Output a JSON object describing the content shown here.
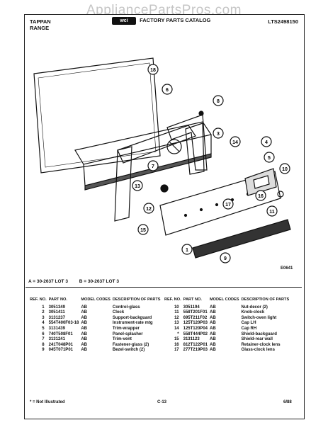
{
  "watermark": "AppliancePartsPros.com",
  "header": {
    "brand_line1": "TAPPAN",
    "brand_line2": "RANGE",
    "logo_text": "wci",
    "catalog_title": "FACTORY PARTS CATALOG",
    "model_number": "LTS2498150"
  },
  "diagram": {
    "callouts": [
      "1",
      "3",
      "4",
      "5",
      "6",
      "7",
      "8",
      "9",
      "10",
      "11",
      "12",
      "13",
      "14",
      "15",
      "16",
      "17",
      "18"
    ],
    "code": "E0641"
  },
  "lot_info": {
    "a": "A = 30-2637 LOT 3",
    "b": "B = 30-2637 LOT 3"
  },
  "columns": {
    "ref": "REF. NO.",
    "part": "PART NO.",
    "model": "MODEL CODES",
    "desc": "DESCRIPTION OF PARTS"
  },
  "parts_left": [
    {
      "ref": "1",
      "part": "3051349",
      "model": "AB",
      "desc": "Control-glass"
    },
    {
      "ref": "2",
      "part": "3051411",
      "model": "AB",
      "desc": "Clock"
    },
    {
      "ref": "3",
      "part": "3131237",
      "model": "AB",
      "desc": "Support-backguard"
    },
    {
      "ref": "4",
      "part": "554T400F03-18",
      "model": "AB",
      "desc": "Instrument-rate mtg"
    },
    {
      "ref": "5",
      "part": "3131439",
      "model": "AB",
      "desc": "Trim-wrapper"
    },
    {
      "ref": "6",
      "part": "740T508F01",
      "model": "AB",
      "desc": "Panel-splasher"
    },
    {
      "ref": "7",
      "part": "3131241",
      "model": "AB",
      "desc": "Trim-vent"
    },
    {
      "ref": "8",
      "part": "241T048P01",
      "model": "AB",
      "desc": "Fastener-glass (2)"
    },
    {
      "ref": "9",
      "part": "045T071P01",
      "model": "AB",
      "desc": "Bezel-switch (2)"
    }
  ],
  "parts_right": [
    {
      "ref": "10",
      "part": "3051194",
      "model": "AB",
      "desc": "Nut-decor (2)"
    },
    {
      "ref": "11",
      "part": "558T201F01",
      "model": "AB",
      "desc": "Knob-clock"
    },
    {
      "ref": "12",
      "part": "695T211F02",
      "model": "AB",
      "desc": "Switch-oven light"
    },
    {
      "ref": "13",
      "part": "125T120P03",
      "model": "AB",
      "desc": "Cap LH"
    },
    {
      "ref": "14",
      "part": "125T120P04",
      "model": "AB",
      "desc": "Cap RH"
    },
    {
      "ref": "*",
      "part": "558T444P02",
      "model": "AB",
      "desc": "Shield-backguard"
    },
    {
      "ref": "15",
      "part": "3131123",
      "model": "AB",
      "desc": "Shield-rear wall"
    },
    {
      "ref": "16",
      "part": "812T122P01",
      "model": "AB",
      "desc": "Retainer-clock lens"
    },
    {
      "ref": "17",
      "part": "277T219P03",
      "model": "AB",
      "desc": "Glass-clock lens"
    }
  ],
  "footer": {
    "note": "* = Not Illustrated",
    "page": "C-13",
    "date": "6/88"
  }
}
